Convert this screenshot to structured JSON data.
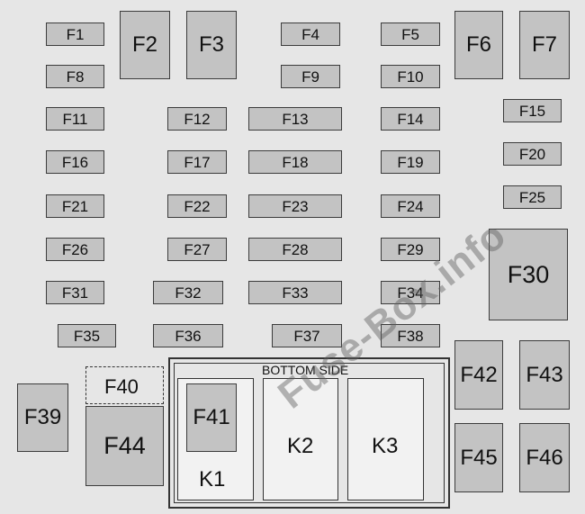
{
  "fuses": {
    "F1": "F1",
    "F2": "F2",
    "F3": "F3",
    "F4": "F4",
    "F5": "F5",
    "F6": "F6",
    "F7": "F7",
    "F8": "F8",
    "F9": "F9",
    "F10": "F10",
    "F11": "F11",
    "F12": "F12",
    "F13": "F13",
    "F14": "F14",
    "F15": "F15",
    "F16": "F16",
    "F17": "F17",
    "F18": "F18",
    "F19": "F19",
    "F20": "F20",
    "F21": "F21",
    "F22": "F22",
    "F23": "F23",
    "F24": "F24",
    "F25": "F25",
    "F26": "F26",
    "F27": "F27",
    "F28": "F28",
    "F29": "F29",
    "F30": "F30",
    "F31": "F31",
    "F32": "F32",
    "F33": "F33",
    "F34": "F34",
    "F35": "F35",
    "F36": "F36",
    "F37": "F37",
    "F38": "F38",
    "F39": "F39",
    "F40": "F40",
    "F41": "F41",
    "F42": "F42",
    "F43": "F43",
    "F44": "F44",
    "F45": "F45",
    "F46": "F46"
  },
  "relays": {
    "K1": "K1",
    "K2": "K2",
    "K3": "K3"
  },
  "bottom_side_label": "BOTTOM SIDE",
  "watermark": "Fuse-Box.info",
  "colors": {
    "background": "#e6e6e6",
    "fuse_fill": "#c3c3c3",
    "outline": "#3c3c3c"
  }
}
